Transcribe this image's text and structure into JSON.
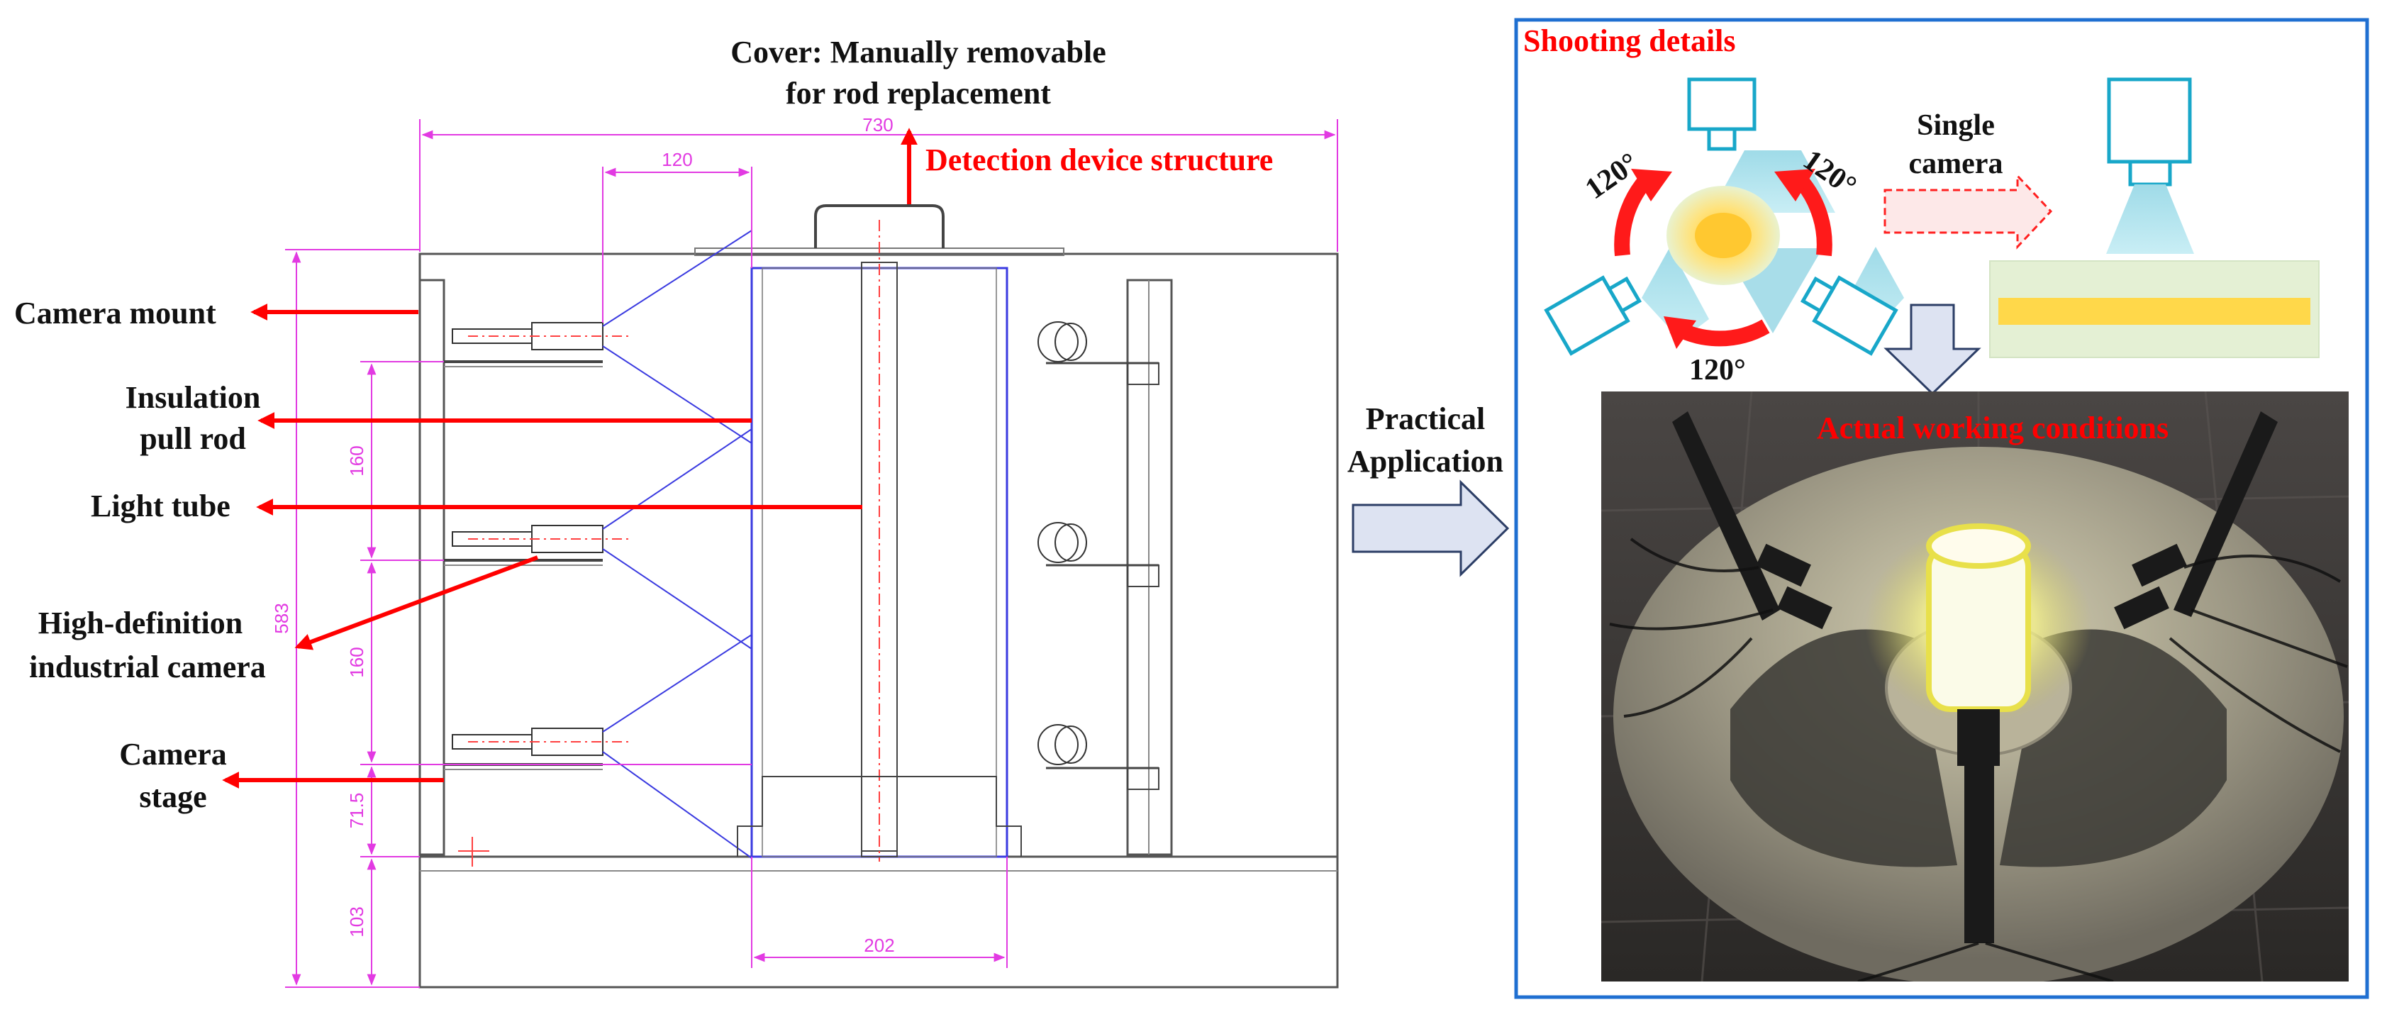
{
  "cover_label": [
    "Cover: Manually removable",
    "for rod replacement"
  ],
  "structure_title": "Detection device structure",
  "callouts": {
    "camera_mount": [
      "Camera mount"
    ],
    "insulation_pull_rod": [
      "Insulation",
      "pull rod"
    ],
    "light_tube": [
      "Light tube"
    ],
    "industrial_camera": [
      "High-definition",
      "industrial camera"
    ],
    "camera_stage": [
      "Camera",
      "stage"
    ]
  },
  "dimensions": {
    "overall_width": "730",
    "camera_offset": "120",
    "overall_height": "583",
    "spacing_upper": "160",
    "spacing_lower": "160",
    "stage_height": "71.5",
    "base_height": "103",
    "tube_width": "202"
  },
  "practical_label": [
    "Practical",
    "Application"
  ],
  "shooting_title": "Shooting details",
  "angle_label": "120°",
  "single_camera_label": [
    "Single",
    "camera"
  ],
  "actual_conditions_label": "Actual working conditions",
  "colors": {
    "accent_red": "#ff0000",
    "dimension_magenta": "#e23ae2",
    "drawing_blue": "#3a3ae0",
    "panel_border": "#1f6fd1",
    "camera_cyan": "#18a7c9",
    "light_yellow": "#ffd84a"
  }
}
